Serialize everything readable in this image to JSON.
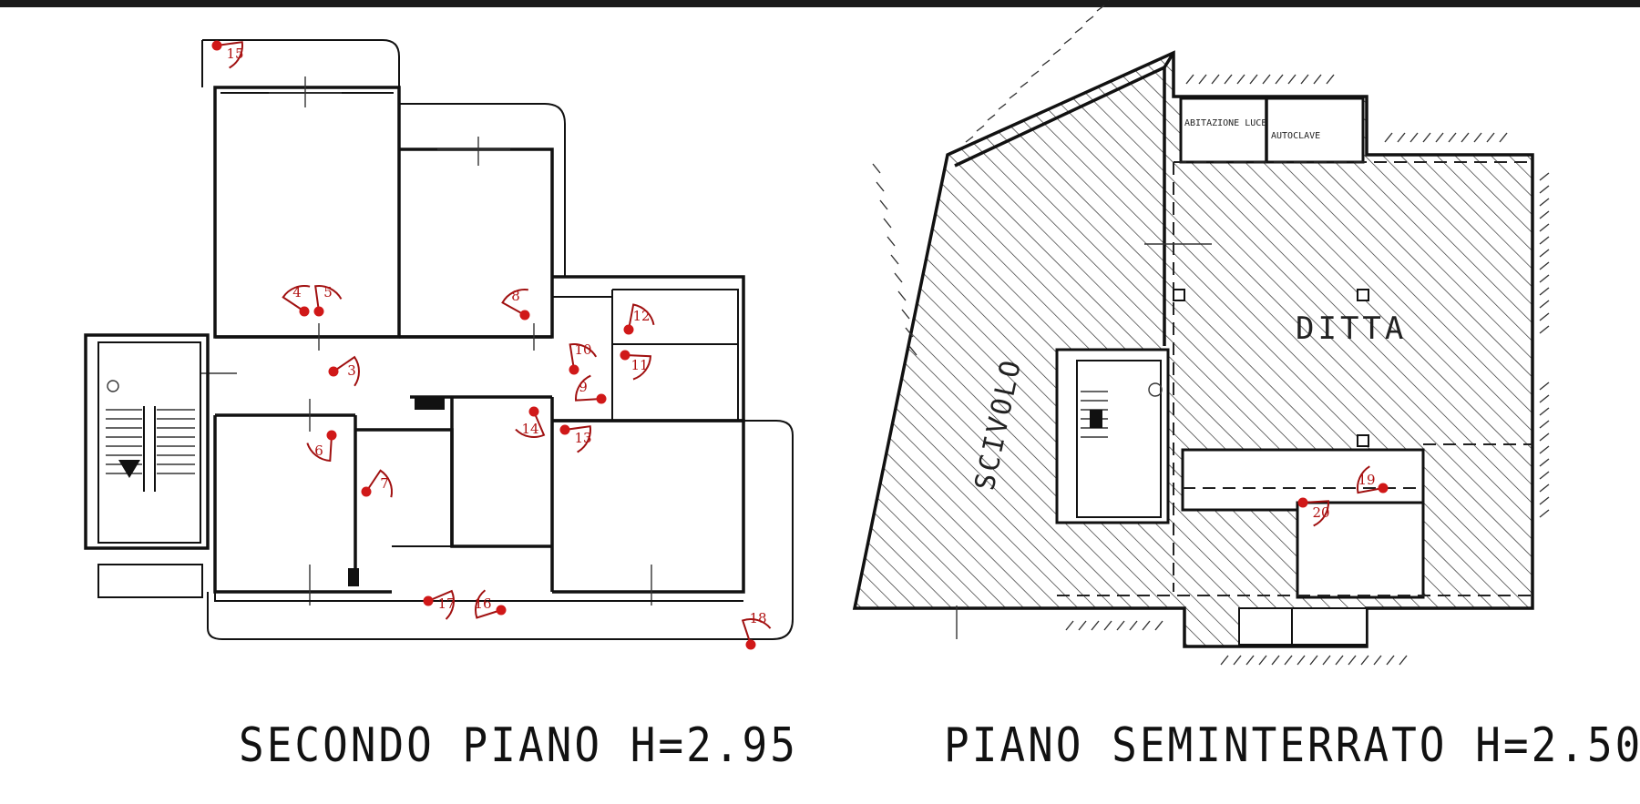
{
  "captions": {
    "left": "SECONDO PIANO H=2.95",
    "right": "PIANO SEMINTERRATO H=2.50"
  },
  "rooms": {
    "ditta": "DITTA",
    "scivolo": "SCIVOLO",
    "abitazione_luce": "ABITAZIONE LUCE",
    "autoclave": "AUTOCLAVE"
  },
  "markers": [
    "15",
    "4",
    "5",
    "8",
    "12",
    "10",
    "11",
    "3",
    "9",
    "14",
    "13",
    "6",
    "7",
    "17",
    "16",
    "18",
    "19",
    "20"
  ],
  "colors": {
    "marker": "#d01818",
    "ink": "#111111"
  }
}
